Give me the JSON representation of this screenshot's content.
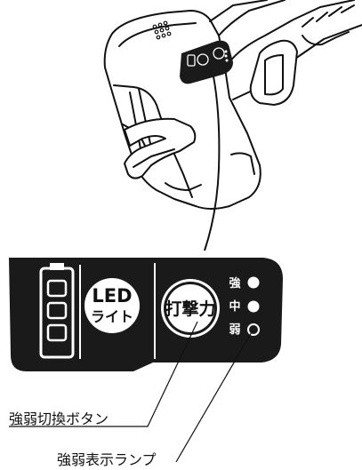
{
  "panel": {
    "led_button_line1": "LED",
    "led_button_line2": "ライト",
    "impact_button_label": "打撃力",
    "levels": [
      "強",
      "中",
      "弱"
    ]
  },
  "callouts": {
    "mode_button": "強弱切換ボタン",
    "mode_lamp": "強弱表示ランプ"
  },
  "colors": {
    "panel": "#1a1a1a",
    "ink": "#111111",
    "paper": "#ffffff"
  },
  "icons": [
    "battery-gauge-icon",
    "led-light-button-icon",
    "impact-force-button-icon",
    "level-lamp-icon"
  ]
}
